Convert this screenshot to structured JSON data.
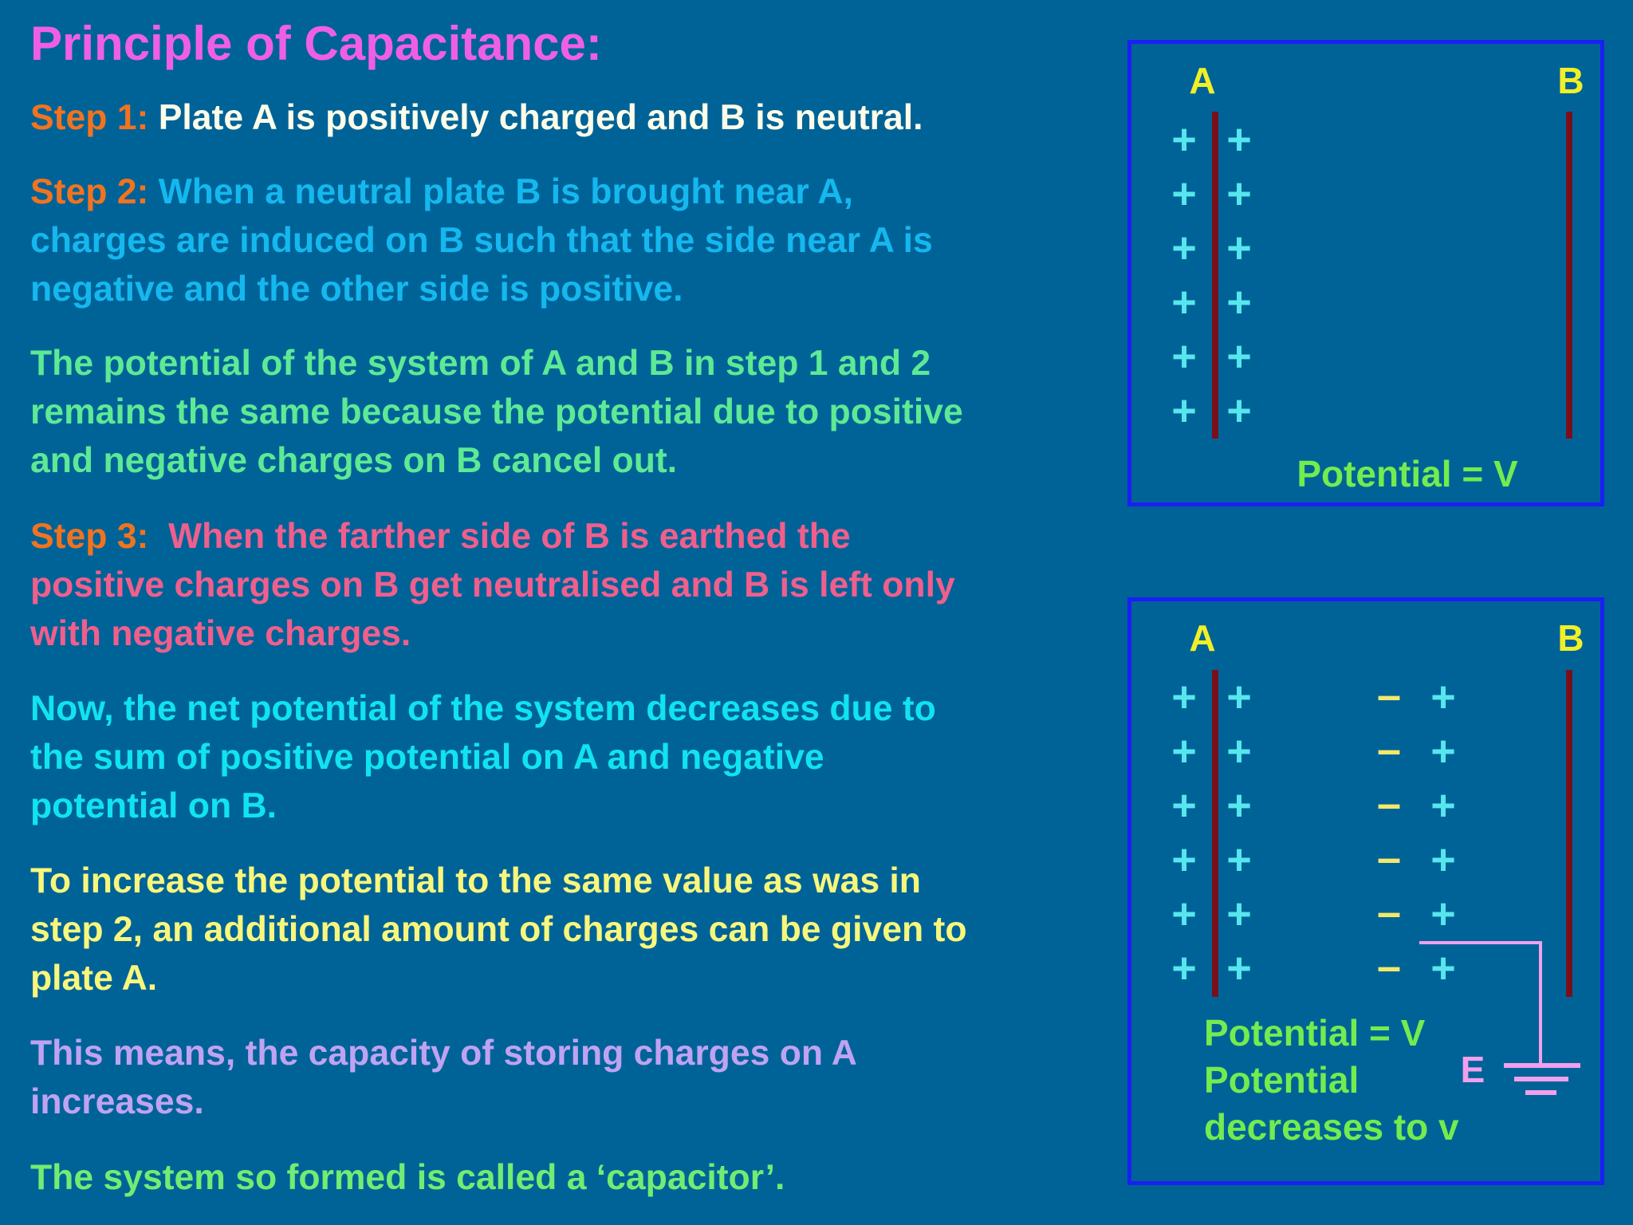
{
  "title": "Principle of Capacitance:",
  "paragraphs": {
    "step1_label": "Step 1:",
    "step1_text": "Plate A is positively charged and B is neutral.",
    "step2_label": "Step 2:",
    "step2_line1": "When a neutral plate B is brought near A,",
    "step2_line2": "charges are induced on B such that the side near A is",
    "step2_line3": "negative and the other side is positive.",
    "potential_line1": "The potential of the system of A and B in step 1 and 2",
    "potential_line2": "remains the same because the potential due to positive",
    "potential_line3": "and negative charges on B cancel out.",
    "step3_label": "Step 3:",
    "step3_line1": "When the farther side of B is earthed the",
    "step3_line2": "positive charges on B get neutralised and B is left only",
    "step3_line3": "with negative charges.",
    "now_line1": "Now, the net potential of the system decreases due to",
    "now_line2": "the sum of positive potential on A and negative",
    "now_line3": "potential on B.",
    "increase_line1": "To increase the potential to the same value as was in",
    "increase_line2": "step 2, an additional amount of charges can be given to",
    "increase_line3": "plate A.",
    "means_line1": "This means, the capacity of storing charges on A",
    "means_line2": "increases.",
    "capacitor_line": "The system so formed is called a ‘capacitor’."
  },
  "diagram_top": {
    "plate_a_label": "A",
    "plate_b_label": "B",
    "plus_sign": "+",
    "potential_text": "Potential = V"
  },
  "diagram_bottom": {
    "plate_a_label": "A",
    "plate_b_label": "B",
    "plus_sign": "+",
    "minus_sign": "–",
    "potential_text_1": "Potential = V",
    "potential_text_2": "Potential",
    "potential_text_3": "decreases to v",
    "earth_label": "E"
  },
  "colors": {
    "background": "#006398",
    "plate": "#7a0f1c",
    "panel_border": "#1a1ff2",
    "earth_wire": "#f0a0ec"
  }
}
